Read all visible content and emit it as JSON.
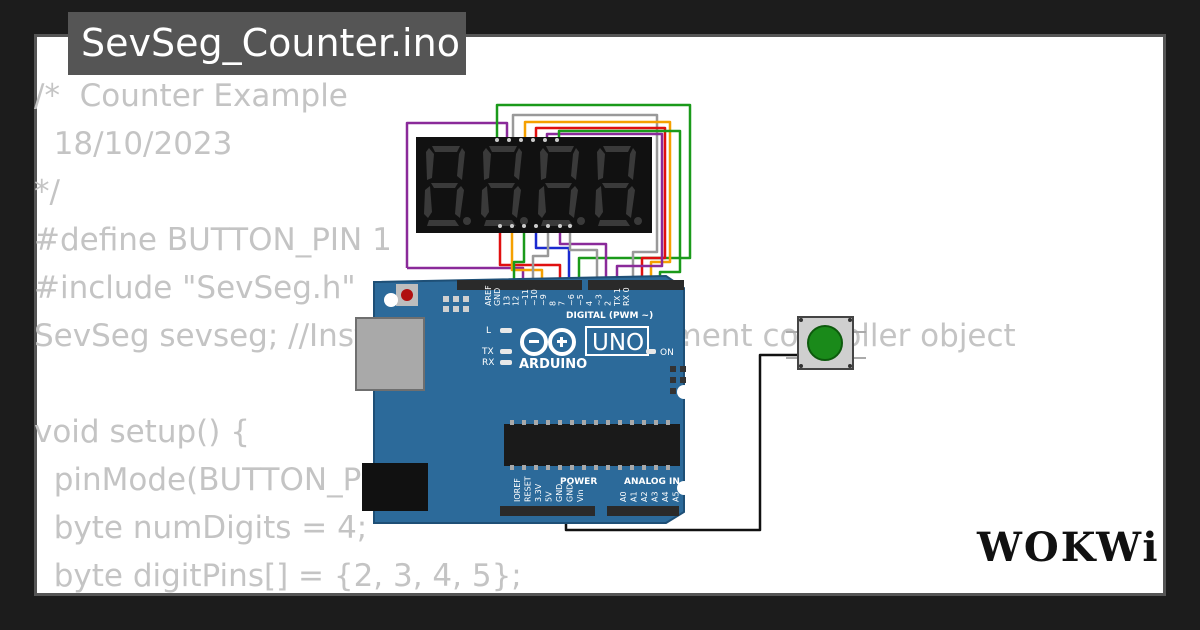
{
  "title": "SevSeg_Counter.ino",
  "code_lines": [
    "/*  Counter Example",
    "  18/10/2023",
    "*/",
    "#define BUTTON_PIN 1",
    "#include \"SevSeg.h\"",
    "SevSeg sevseg; //Instantiate a seven segment controller object",
    "",
    "void setup() {",
    "  pinMode(BUTTON_PIN, INPUT_PULLUP);",
    "  byte numDigits = 4;",
    "  byte digitPins[] = {2, 3, 4, 5};"
  ],
  "display": {
    "digits": [
      "8.",
      "8.",
      "8.",
      "8."
    ]
  },
  "board": {
    "brand": "ARDUINO",
    "model": "UNO",
    "on_label": "ON",
    "l_label": "L",
    "tx_label": "TX",
    "rx_label": "RX",
    "digital_label": "DIGITAL (PWM ~)",
    "power_label": "POWER",
    "analog_label": "ANALOG IN",
    "digital_pins": [
      "AREF",
      "GND",
      "13",
      "12",
      "~11",
      "~10",
      "~9",
      "8",
      "7",
      "~6",
      "~5",
      "4",
      "~3",
      "2",
      "TX 1",
      "RX 0"
    ],
    "power_pins": [
      "IOREF",
      "RESET",
      "3.3V",
      "5V",
      "GND",
      "GND",
      "Vin"
    ],
    "analog_pins": [
      "A0",
      "A1",
      "A2",
      "A3",
      "A4",
      "A5"
    ]
  },
  "logo": "WOKWi",
  "colors": {
    "background": "#1c1c1c",
    "board": "#2c6a9a",
    "display": "#111111",
    "segment_off": "#3a3a3a",
    "button": "#1a8a1a",
    "wire_purple": "#8a2a9a",
    "wire_green": "#1a9a1a",
    "wire_gray": "#999999",
    "wire_orange": "#f5a000",
    "wire_red": "#e01010",
    "wire_blue": "#1a2ad0",
    "wire_black": "#111111"
  }
}
